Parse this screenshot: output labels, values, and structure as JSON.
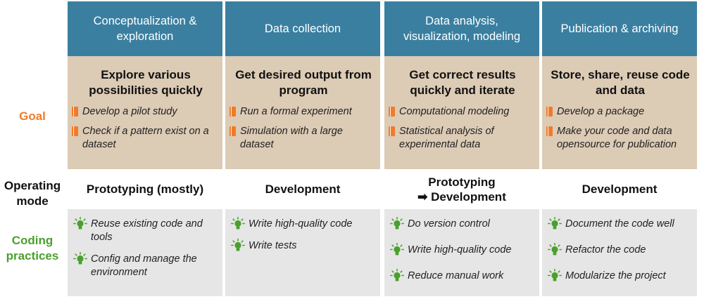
{
  "row_labels": {
    "goal": "Goal",
    "operating_mode": "Operating\nmode",
    "coding_practices": "Coding\npractices"
  },
  "colors": {
    "header_bg": "#3a7fa0",
    "goal_bg": "#dccbb5",
    "practices_bg": "#e6e6e6",
    "goal_label": "#f07b2a",
    "practices_label": "#4aa02c"
  },
  "icons": {
    "goal_item": "book-icon",
    "practice_item": "lightbulb-icon"
  },
  "columns": [
    {
      "header": "Conceptualization &\nexploration",
      "goal_title": "Explore various possibilities quickly",
      "goal_items": [
        "Develop a pilot study",
        "Check if a pattern exist on a dataset"
      ],
      "mode": "Prototyping (mostly)",
      "practices": [
        "Reuse existing code and tools",
        "Config and manage the environment"
      ]
    },
    {
      "header": "Data collection",
      "goal_title": "Get desired output from program",
      "goal_items": [
        "Run a formal experiment",
        "Simulation with a large dataset"
      ],
      "mode": "Development",
      "practices": [
        "Write high-quality code",
        "Write tests"
      ]
    },
    {
      "header": "Data analysis,\nvisualization, modeling",
      "goal_title": "Get correct results quickly and iterate",
      "goal_items": [
        "Computational modeling",
        "Statistical analysis of experimental data"
      ],
      "mode": "Prototyping\n➡ Development",
      "practices": [
        "Do version control",
        "Write high-quality code",
        "Reduce manual work"
      ]
    },
    {
      "header": "Publication & archiving",
      "goal_title": "Store, share, reuse code and data",
      "goal_items": [
        "Develop a package",
        "Make your code and data opensource for publication"
      ],
      "mode": "Development",
      "practices": [
        "Document the code well",
        "Refactor the code",
        "Modularize the project"
      ]
    }
  ]
}
